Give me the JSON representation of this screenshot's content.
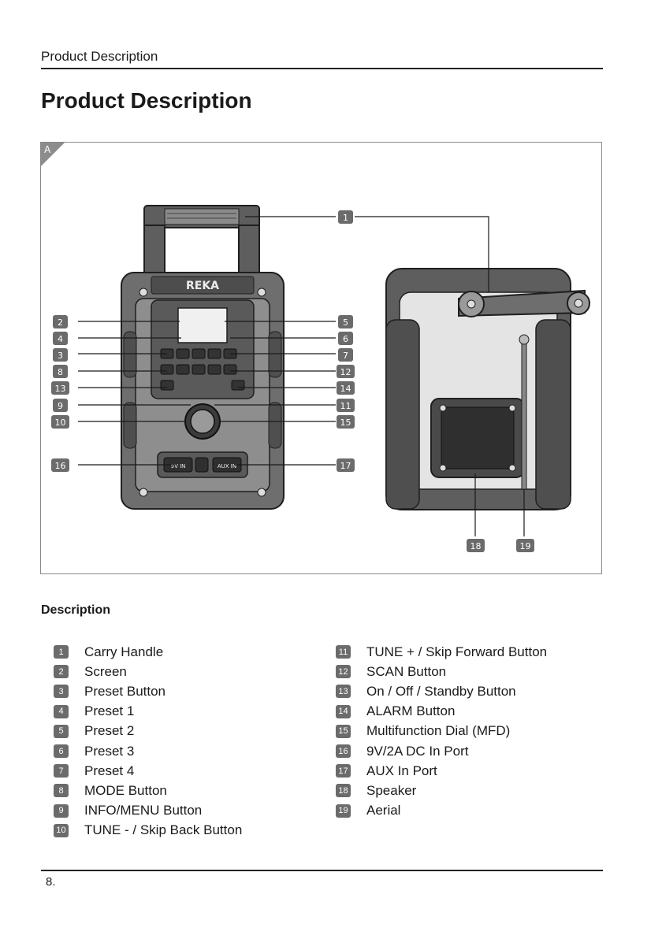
{
  "header": {
    "running_title": "Product Description"
  },
  "page_title": "Product Description",
  "figure": {
    "label": "A",
    "brand": "REKA",
    "dc_label": "9V IN",
    "aux_label": "AUX IN",
    "callouts": [
      "1",
      "2",
      "3",
      "4",
      "5",
      "6",
      "7",
      "8",
      "9",
      "10",
      "11",
      "12",
      "13",
      "14",
      "15",
      "16",
      "17",
      "18",
      "19"
    ]
  },
  "description": {
    "heading": "Description",
    "left_items": [
      {
        "num": "1",
        "label": "Carry Handle"
      },
      {
        "num": "2",
        "label": "Screen"
      },
      {
        "num": "3",
        "label": "Preset Button"
      },
      {
        "num": "4",
        "label": "Preset 1"
      },
      {
        "num": "5",
        "label": "Preset 2"
      },
      {
        "num": "6",
        "label": "Preset 3"
      },
      {
        "num": "7",
        "label": "Preset 4"
      },
      {
        "num": "8",
        "label": "MODE Button"
      },
      {
        "num": "9",
        "label": "INFO/MENU Button"
      },
      {
        "num": "10",
        "label": "TUNE - / Skip Back Button"
      }
    ],
    "right_items": [
      {
        "num": "11",
        "label": "TUNE + / Skip Forward Button"
      },
      {
        "num": "12",
        "label": "SCAN Button"
      },
      {
        "num": "13",
        "label": "On / Off / Standby Button"
      },
      {
        "num": "14",
        "label": "ALARM Button"
      },
      {
        "num": "15",
        "label": "Multifunction Dial (MFD)"
      },
      {
        "num": "16",
        "label": "9V/2A DC In Port"
      },
      {
        "num": "17",
        "label": "AUX In Port"
      },
      {
        "num": "18",
        "label": "Speaker"
      },
      {
        "num": "19",
        "label": "Aerial"
      }
    ]
  },
  "footer": {
    "page_number": "8."
  }
}
